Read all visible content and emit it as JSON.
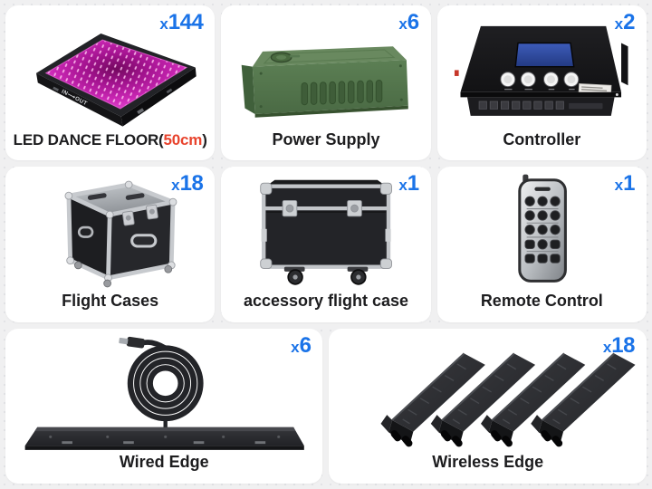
{
  "theme": {
    "count_color": "#1a73e8",
    "highlight_color": "#e8432d",
    "page_bg": "#f0f0f1",
    "card_bg": "#ffffff"
  },
  "cards": [
    {
      "id": "led-dance-floor",
      "label_prefix": "LED DANCE FLOOR(",
      "label_highlight": "50cm",
      "label_suffix": ")",
      "count_prefix": "x",
      "count_value": "144",
      "panel_side_text": "IN⟶OUT"
    },
    {
      "id": "power-supply",
      "label": "Power Supply",
      "count_prefix": "x",
      "count_value": "6"
    },
    {
      "id": "controller",
      "label": "Controller",
      "count_prefix": "x",
      "count_value": "2"
    },
    {
      "id": "flight-cases",
      "label": "Flight Cases",
      "count_prefix": "x",
      "count_value": "18"
    },
    {
      "id": "accessory-flight-case",
      "label": "accessory flight case",
      "count_prefix": "x",
      "count_value": "1"
    },
    {
      "id": "remote-control",
      "label": "Remote Control",
      "count_prefix": "x",
      "count_value": "1"
    },
    {
      "id": "wired-edge",
      "label": "Wired Edge",
      "count_prefix": "x",
      "count_value": "6"
    },
    {
      "id": "wireless-edge",
      "label": "Wireless Edge",
      "count_prefix": "x",
      "count_value": "18"
    }
  ]
}
